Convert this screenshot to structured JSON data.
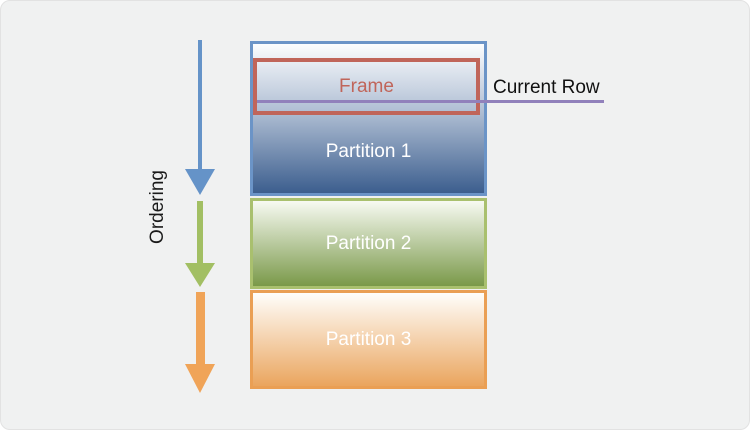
{
  "diagram": {
    "title_semantic": "window-function-partitions-diagram",
    "ordering_label": "Ordering",
    "current_row_label": "Current Row",
    "frame": {
      "label": "Frame"
    },
    "partitions": [
      {
        "label": "Partition 1"
      },
      {
        "label": "Partition 2"
      },
      {
        "label": "Partition 3"
      }
    ]
  },
  "colors": {
    "background": "#f0f1f1",
    "ordering_text": "#1a1a1a",
    "current_row_text": "#111111",
    "current_row_line": "#9181bb",
    "arrow_blue": "#6593c8",
    "arrow_green": "#a2bf63",
    "arrow_orange": "#f0a458",
    "partition1_border": "#6b94c7",
    "partition1_top": "#fcfdfe",
    "partition1_bottom": "#3c5e8e",
    "partition2_border": "#a9c06e",
    "partition2_top": "#f7faf2",
    "partition2_bottom": "#7a9949",
    "partition3_border": "#ea9f54",
    "partition3_top": "#fffefb",
    "partition3_bottom": "#eaa55e",
    "frame_border": "#c0655a",
    "frame_text": "#c0655a",
    "partition_label_text": "#ffffff"
  }
}
